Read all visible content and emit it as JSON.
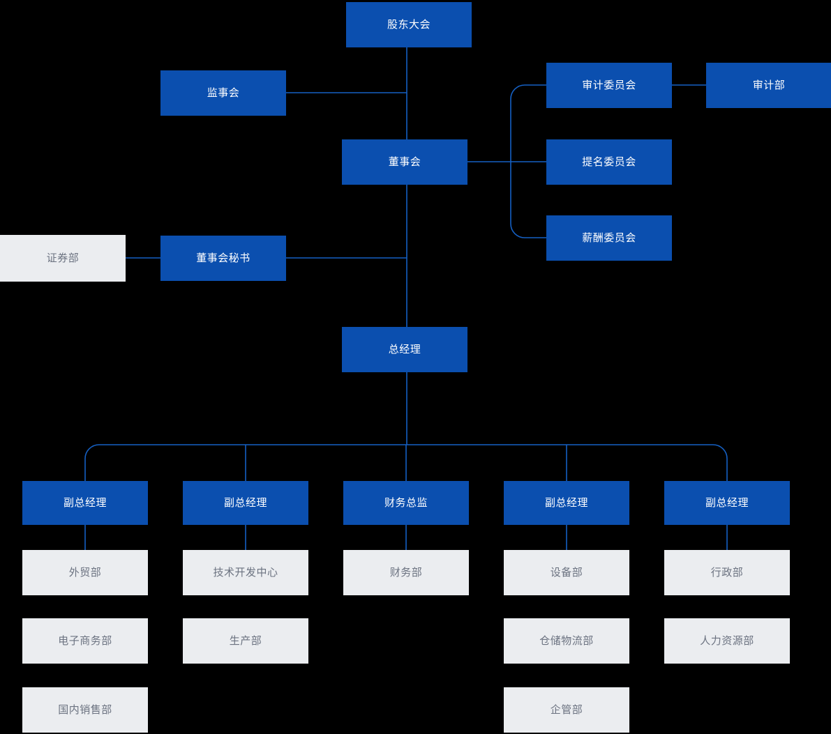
{
  "chart_title": "",
  "theme": {
    "background": "#000000",
    "primary_box": "#0B4FAF",
    "primary_text": "#FFFFFF",
    "secondary_box": "#EBEDF0",
    "secondary_text": "#6B7280",
    "connector": "#1560C4"
  },
  "nodes": {
    "shareholders_meeting": "股东大会",
    "supervisory_board": "监事会",
    "board_of_directors": "董事会",
    "audit_committee": "审计委员会",
    "audit_department": "审计部",
    "nomination_committee": "提名委员会",
    "compensation_committee": "薪酬委员会",
    "securities_department": "证券部",
    "board_secretary": "董事会秘书",
    "general_manager": "总经理",
    "deputy_gm_1": "副总经理",
    "deputy_gm_2": "副总经理",
    "cfo": "财务总监",
    "deputy_gm_3": "副总经理",
    "deputy_gm_4": "副总经理",
    "foreign_trade_department": "外贸部",
    "ecommerce_department": "电子商务部",
    "domestic_sales_department": "国内销售部",
    "tech_development_center": "技术开发中心",
    "production_department": "生产部",
    "finance_department": "财务部",
    "equipment_department": "设备部",
    "warehouse_logistics_department": "仓储物流部",
    "enterprise_management_department": "企管部",
    "administration_department": "行政部",
    "human_resources_department": "人力资源部"
  }
}
